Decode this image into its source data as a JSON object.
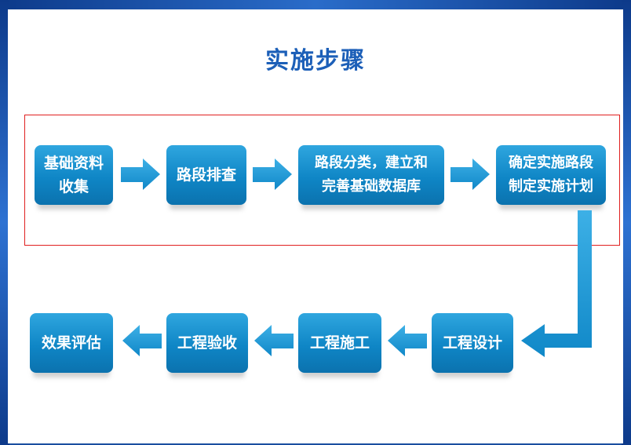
{
  "title": "实施步骤",
  "steps_top": [
    {
      "line1": "基础资料",
      "line2": "收集"
    },
    {
      "line1": "路段排查",
      "line2": ""
    },
    {
      "line1": "路段分类，建立和",
      "line2": "完善基础数据库"
    },
    {
      "line1": "确定实施路段",
      "line2": "制定实施计划"
    }
  ],
  "steps_bottom": [
    {
      "line1": "效果评估"
    },
    {
      "line1": "工程验收"
    },
    {
      "line1": "工程施工"
    },
    {
      "line1": "工程设计"
    }
  ],
  "colors": {
    "box": "#1592d0",
    "arrow": "#1a9ad6",
    "title": "#1c5fb8",
    "highlight": "#e02020"
  }
}
